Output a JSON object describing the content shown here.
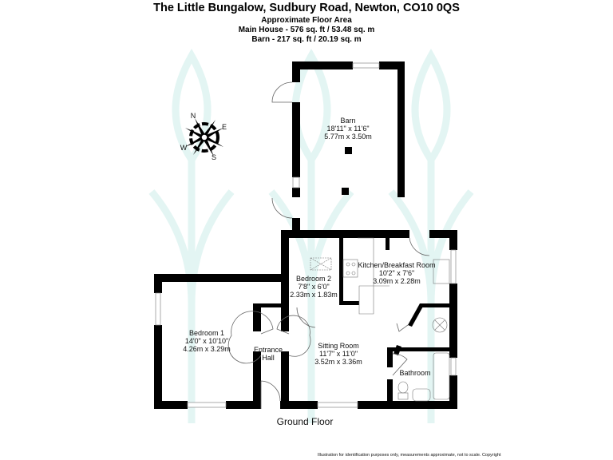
{
  "header": {
    "title": "The Little Bungalow, Sudbury Road, Newton, CO10 0QS",
    "subtitle": "Approximate Floor Area",
    "main_house_area": "Main House - 576 sq. ft / 53.48 sq. m",
    "barn_area": "Barn - 217 sq. ft / 20.19 sq. m"
  },
  "compass": {
    "n": "N",
    "e": "E",
    "s": "S",
    "w": "W"
  },
  "rooms": [
    {
      "name": "Barn",
      "imperial": "18'11\" x 11'6\"",
      "metric": "5.77m x 3.50m"
    },
    {
      "name": "Kitchen/Breakfast Room",
      "imperial": "10'2\" x 7'6\"",
      "metric": "3.09m x 2.28m"
    },
    {
      "name": "Bedroom 2",
      "imperial": "7'8\" x 6'0\"",
      "metric": "2.33m x 1.83m"
    },
    {
      "name": "Bedroom 1",
      "imperial": "14'0\" x 10'10\"",
      "metric": "4.26m x 3.29m"
    },
    {
      "name": "Sitting Room",
      "imperial": "11'7\" x 11'0\"",
      "metric": "3.52m x 3.36m"
    },
    {
      "name": "Bathroom"
    }
  ],
  "entrance_hall": {
    "line1": "Entrance",
    "line2": "Hall"
  },
  "floor_label": "Ground Floor",
  "disclaimer": "Illustration for identification purposes only, measurements approximate, not to scale. Copyright",
  "colors": {
    "wall": "#000000",
    "watermark": "#e3f5f3"
  }
}
